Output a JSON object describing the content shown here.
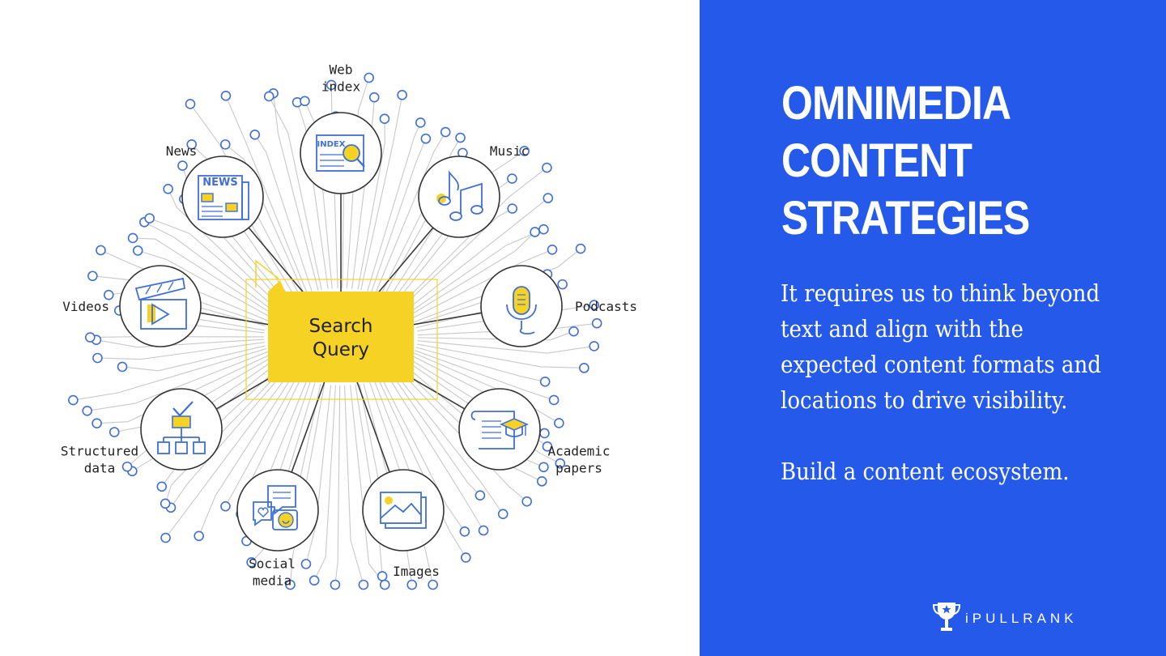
{
  "diagram": {
    "center": {
      "lines": [
        "Search",
        "Query"
      ]
    },
    "nodes": [
      {
        "id": "web-index",
        "lines": [
          "Web",
          "index"
        ],
        "icon": "index-magnifier-icon",
        "badge": "INDEX"
      },
      {
        "id": "music",
        "lines": [
          "Music"
        ],
        "icon": "music-notes-icon"
      },
      {
        "id": "podcasts",
        "lines": [
          "Podcasts"
        ],
        "icon": "microphone-icon"
      },
      {
        "id": "academic-papers",
        "lines": [
          "Academic",
          "papers"
        ],
        "icon": "scroll-graduation-cap-icon"
      },
      {
        "id": "images",
        "lines": [
          "Images"
        ],
        "icon": "picture-stack-icon"
      },
      {
        "id": "social-media",
        "lines": [
          "Social",
          "media"
        ],
        "icon": "chat-bubbles-icon"
      },
      {
        "id": "structured-data",
        "lines": [
          "Structured",
          "data"
        ],
        "icon": "hierarchy-check-icon"
      },
      {
        "id": "videos",
        "lines": [
          "Videos"
        ],
        "icon": "clapperboard-play-icon"
      },
      {
        "id": "news",
        "lines": [
          "News"
        ],
        "icon": "newspaper-icon",
        "badge": "NEWS"
      }
    ]
  },
  "panel": {
    "title_lines": [
      "OMNIMEDIA",
      "CONTENT",
      "STRATEGIES"
    ],
    "body": "It requires us to think beyond text and align with the expected content formats and locations to drive visibility.",
    "tagline": "Build a content ecosystem.",
    "logo_text": "iPULLRANK"
  },
  "colors": {
    "accent_blue": "#2459ea",
    "yellow": "#f6d224",
    "node_blue": "#3f6fd8"
  }
}
